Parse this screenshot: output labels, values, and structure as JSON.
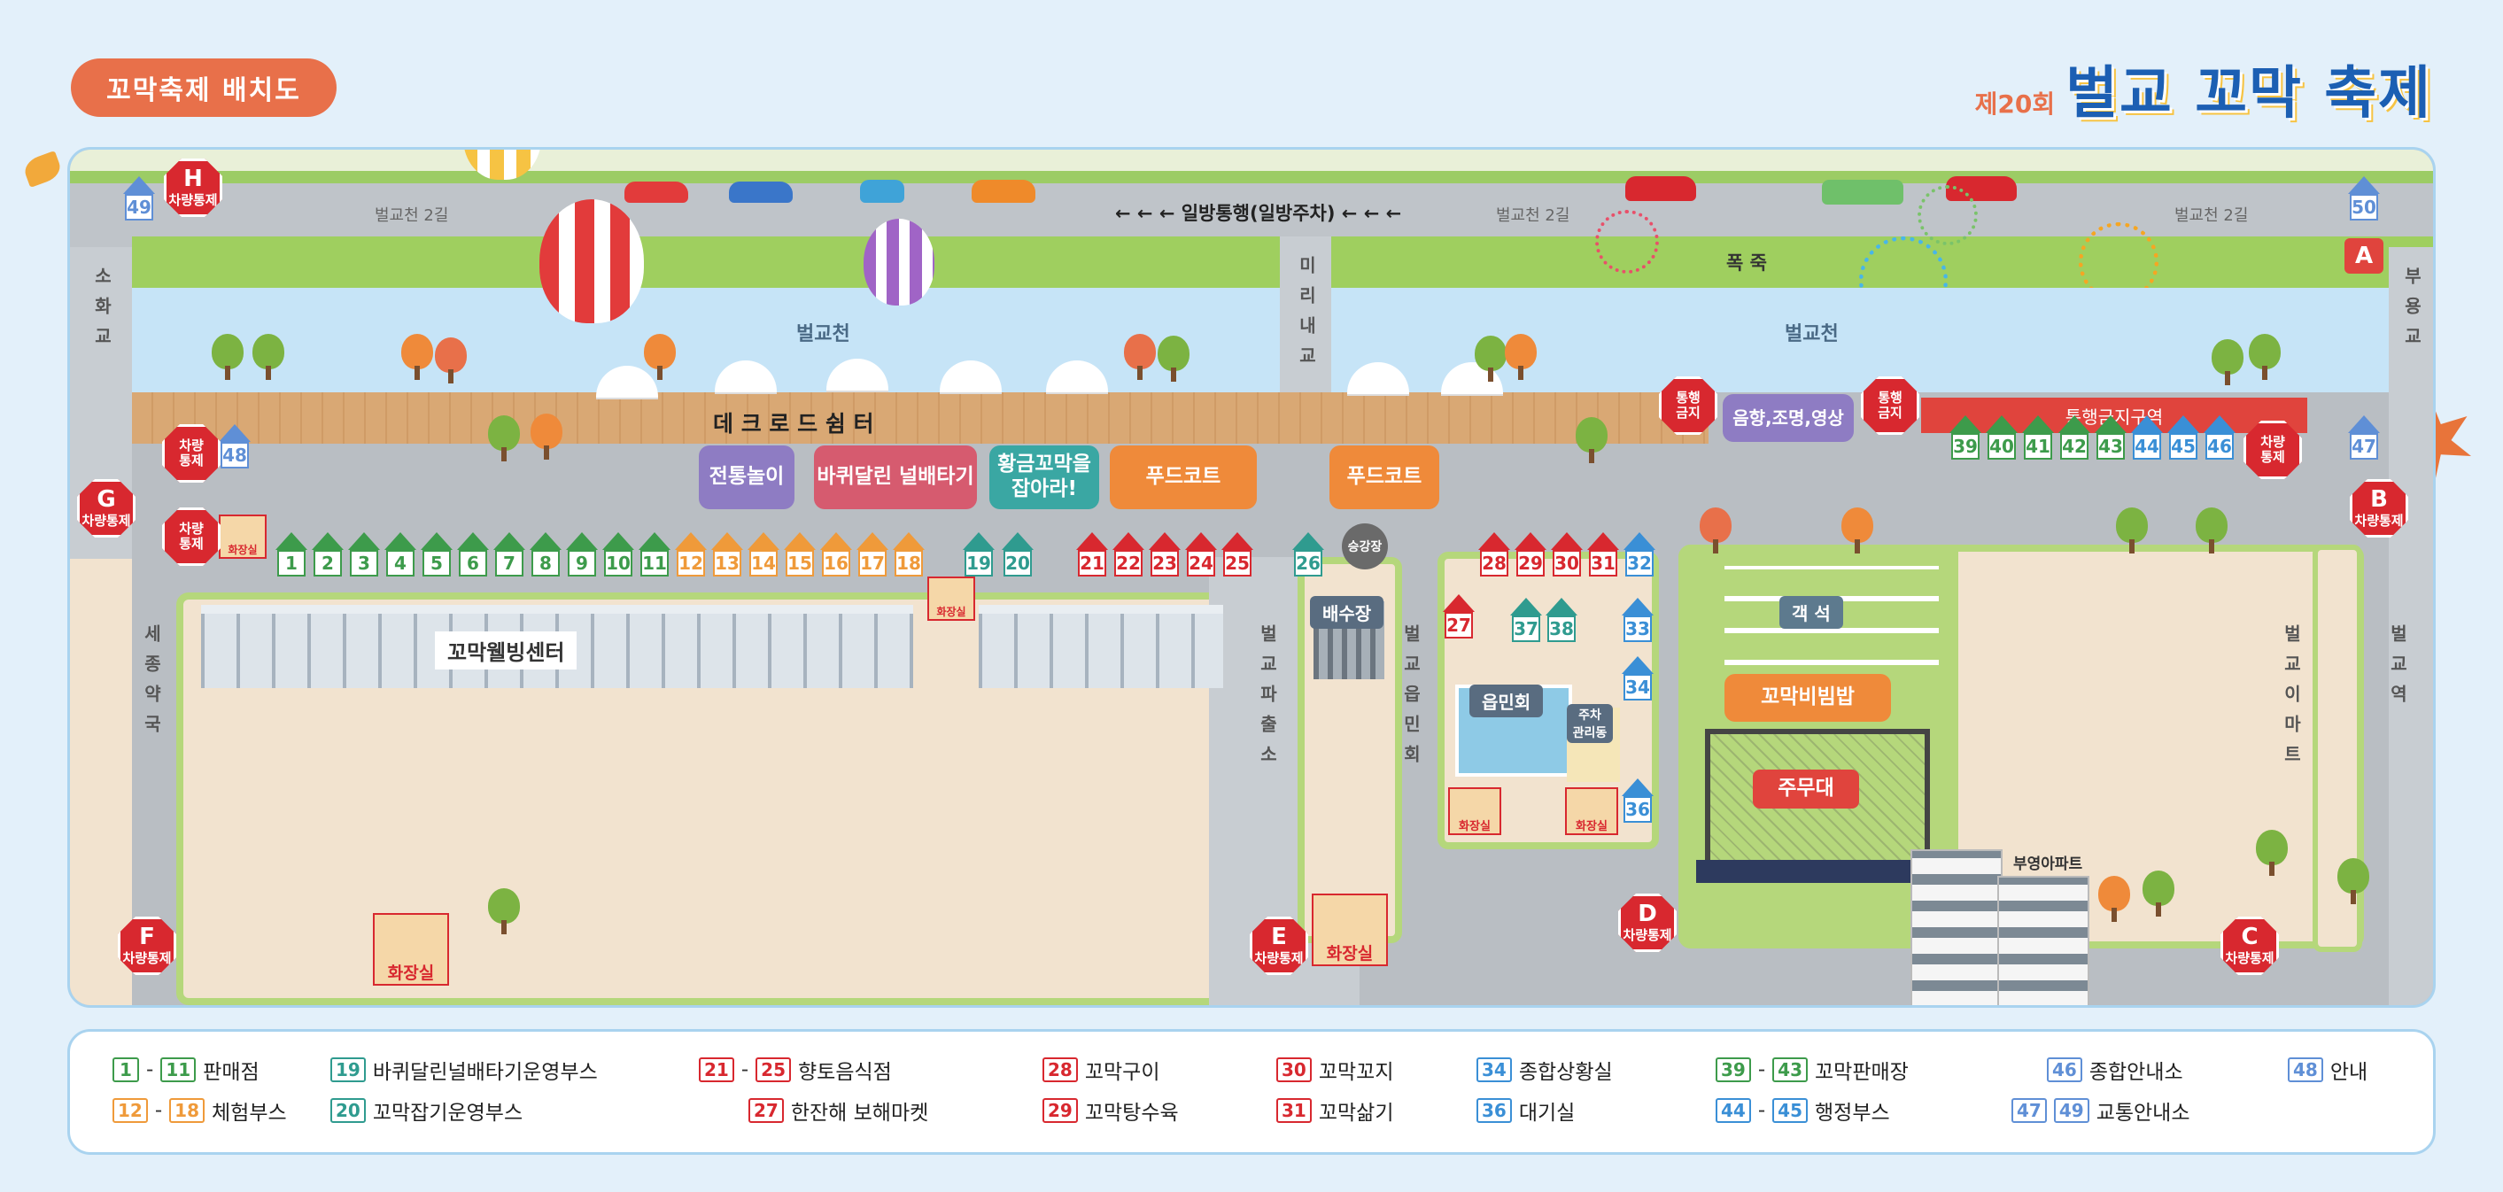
{
  "header": {
    "title": "꼬막축제 배치도",
    "logo_edition": "제20회",
    "logo_name": "벌교 꼬막 축제"
  },
  "map": {
    "roads": {
      "top_left": "벌교천 2길",
      "top_mid": "벌교천 2길",
      "top_right": "벌교천 2길",
      "one_way": "← ← ← 일방통행(일방주차) ← ← ←"
    },
    "water_labels": {
      "left": "벌교천",
      "right": "벌교천"
    },
    "bridges": {
      "left": "소화교",
      "mid": "미리내교",
      "right": "부용교"
    },
    "deck": "데 크 로 드 쉼 터",
    "fireworks": "폭 죽",
    "no_traffic_zone": "통행금지구역",
    "sound_light": "음향,조명,영상",
    "activities": [
      {
        "label": "전통놀이",
        "color": "#8e7cc3"
      },
      {
        "label": "바퀴달린 널배타기",
        "color": "#d65b6f"
      },
      {
        "label": "황금꼬막을 잡아라!",
        "color": "#3aa7a3"
      },
      {
        "label": "푸드코트",
        "color": "#ef8a3a"
      },
      {
        "label": "푸드코트",
        "color": "#ef8a3a"
      }
    ],
    "booths_row1": [
      "1",
      "2",
      "3",
      "4",
      "5",
      "6",
      "7",
      "8",
      "9",
      "10",
      "11",
      "12",
      "13",
      "14",
      "15",
      "16",
      "17",
      "18"
    ],
    "booths_row2": [
      "19",
      "20"
    ],
    "booths_row3": [
      "21",
      "22",
      "23",
      "24",
      "25"
    ],
    "booth_26": "26",
    "booths_mid": [
      "28",
      "29",
      "30",
      "31",
      "32"
    ],
    "booth_27": "27",
    "booths_37_38": [
      "37",
      "38"
    ],
    "booths_right_col": [
      "33",
      "34",
      "36"
    ],
    "booths_39_46": [
      "39",
      "40",
      "41",
      "42",
      "43",
      "44",
      "45",
      "46"
    ],
    "booth_47": "47",
    "booth_48": "48",
    "booth_49": "49",
    "booth_50": "50",
    "buildings": {
      "wellbeing": "꼬막웰빙센터",
      "water_tank": "배수장",
      "elevator": "승강장",
      "town_office": "읍민회",
      "parking": "주차 관리동",
      "seats": "객 석",
      "bibimbap": "꼬막비빔밥",
      "stage": "주무대",
      "apartment": "부영아파트"
    },
    "toilets": [
      "화장실",
      "화장실",
      "화장실",
      "화장실",
      "화장실",
      "화장실"
    ],
    "side_labels": {
      "pharmacy": "세종약국",
      "police": "벌교파출소",
      "town": "벌교읍민회",
      "mart": "벌교이마트",
      "station": "벌교역"
    },
    "stops": {
      "A": "A",
      "B": "B",
      "C": "C",
      "D": "D",
      "E": "E",
      "F": "F",
      "G": "G",
      "H": "H",
      "control": "차량통제",
      "vehicle": "차량",
      "control2": "통제",
      "pass": "통행",
      "ban": "금지"
    }
  },
  "legend": {
    "items": [
      {
        "a": "1",
        "b": "11",
        "text": "판매점",
        "color": "#3d9b4b"
      },
      {
        "a": "12",
        "b": "18",
        "text": "체험부스",
        "color": "#ef9a3a"
      },
      {
        "a": "19",
        "text": "바퀴달린널배타기운영부스",
        "color": "#2f9b8f"
      },
      {
        "a": "20",
        "text": "꼬막잡기운영부스",
        "color": "#2f9b8f"
      },
      {
        "a": "21",
        "b": "25",
        "text": "향토음식점",
        "color": "#d8282f"
      },
      {
        "a": "27",
        "text": "한잔해 보해마켓",
        "color": "#d8282f"
      },
      {
        "a": "28",
        "text": "꼬막구이",
        "color": "#d8282f"
      },
      {
        "a": "29",
        "text": "꼬막탕수육",
        "color": "#d8282f"
      },
      {
        "a": "30",
        "text": "꼬막꼬지",
        "color": "#d8282f"
      },
      {
        "a": "31",
        "text": "꼬막삶기",
        "color": "#d8282f"
      },
      {
        "a": "34",
        "text": "종합상황실",
        "color": "#3a8fd6"
      },
      {
        "a": "36",
        "text": "대기실",
        "color": "#3a8fd6"
      },
      {
        "a": "39",
        "b": "43",
        "text": "꼬막판매장",
        "color": "#3d9b4b"
      },
      {
        "a": "44",
        "b": "45",
        "text": "행정부스",
        "color": "#3a8fd6"
      },
      {
        "a": "46",
        "text": "종합안내소",
        "color": "#5f8fd6"
      },
      {
        "a": "47",
        "b2": "49",
        "text": "교통안내소",
        "color": "#5f8fd6"
      },
      {
        "a": "48",
        "text": "안내",
        "color": "#5f8fd6"
      }
    ]
  }
}
